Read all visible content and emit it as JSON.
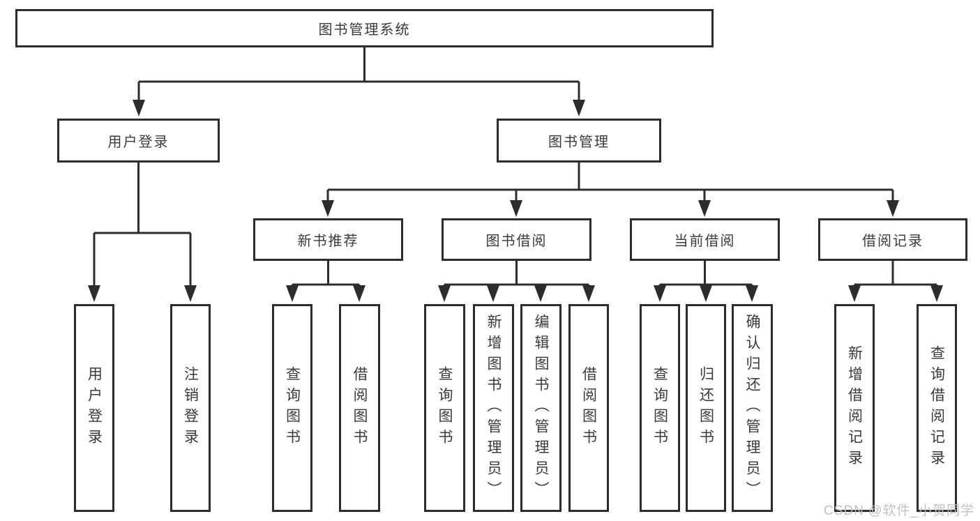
{
  "diagram": {
    "root": "图书管理系统",
    "user_login": {
      "label": "用户登录",
      "children": [
        "用户登录",
        "注销登录"
      ]
    },
    "book_mgmt": {
      "label": "图书管理",
      "branches": [
        {
          "label": "新书推荐",
          "children": [
            "查询图书",
            "借阅图书"
          ]
        },
        {
          "label": "图书借阅",
          "children": [
            "查询图书",
            "新增图书（管理员）",
            "编辑图书（管理员）",
            "借阅图书"
          ]
        },
        {
          "label": "当前借阅",
          "children": [
            "查询图书",
            "归还图书",
            "确认归还（管理员）"
          ]
        },
        {
          "label": "借阅记录",
          "children": [
            "新增借阅记录",
            "查询借阅记录"
          ]
        }
      ]
    },
    "colors": {
      "line": "#2c2c2c",
      "text": "#3a3a3a",
      "box_fill": "#ffffff"
    }
  },
  "watermark": {
    "text": "CSDN @软件_小贺同学",
    "color": "#bebebe"
  }
}
